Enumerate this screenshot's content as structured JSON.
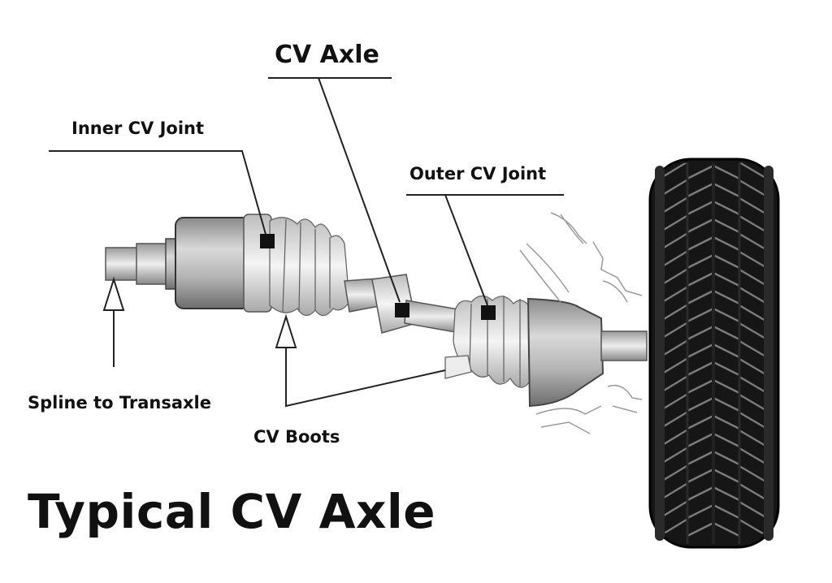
{
  "diagram": {
    "title": "Typical CV Axle",
    "labels": {
      "cv_axle": "CV Axle",
      "inner_cv_joint": "Inner CV Joint",
      "outer_cv_joint": "Outer CV Joint",
      "spline": "Spline to Transaxle",
      "cv_boots": "CV Boots"
    }
  }
}
